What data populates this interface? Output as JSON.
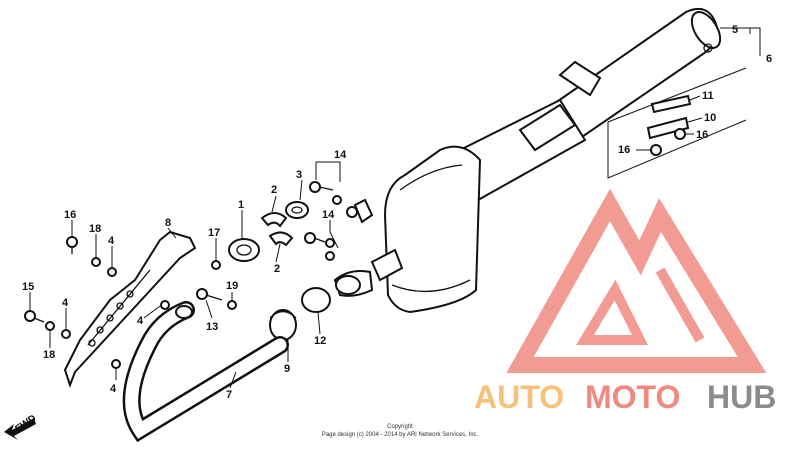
{
  "callouts": [
    {
      "id": "c5",
      "text": "5"
    },
    {
      "id": "c6",
      "text": "6"
    },
    {
      "id": "c11",
      "text": "11"
    },
    {
      "id": "c10",
      "text": "10"
    },
    {
      "id": "c16a",
      "text": "16"
    },
    {
      "id": "c16b",
      "text": "16"
    },
    {
      "id": "c14a",
      "text": "14"
    },
    {
      "id": "c3",
      "text": "3"
    },
    {
      "id": "c2a",
      "text": "2"
    },
    {
      "id": "c2b",
      "text": "2"
    },
    {
      "id": "c14b",
      "text": "14"
    },
    {
      "id": "c1",
      "text": "1"
    },
    {
      "id": "c17",
      "text": "17"
    },
    {
      "id": "c19",
      "text": "19"
    },
    {
      "id": "c13",
      "text": "13"
    },
    {
      "id": "c8",
      "text": "8"
    },
    {
      "id": "c16c",
      "text": "16"
    },
    {
      "id": "c18a",
      "text": "18"
    },
    {
      "id": "c4a",
      "text": "4"
    },
    {
      "id": "c15",
      "text": "15"
    },
    {
      "id": "c4b",
      "text": "4"
    },
    {
      "id": "c18b",
      "text": "18"
    },
    {
      "id": "c4c",
      "text": "4"
    },
    {
      "id": "c4d",
      "text": "4"
    },
    {
      "id": "c7",
      "text": "7"
    },
    {
      "id": "c9",
      "text": "9"
    },
    {
      "id": "c12",
      "text": "12"
    }
  ],
  "fwd_label": "FWD",
  "copyright": {
    "line1": "Copyright",
    "line2": "Page design (c) 2004 - 2014 by ARI Network Services, Inc."
  },
  "watermark": {
    "auto": "AUTO",
    "moto": "MOTO",
    "hub": "HUB",
    "colors": {
      "auto": "#f6c27a",
      "moto": "#f08a80",
      "hub": "#8c8c8c",
      "logo": "#f08a80"
    }
  }
}
